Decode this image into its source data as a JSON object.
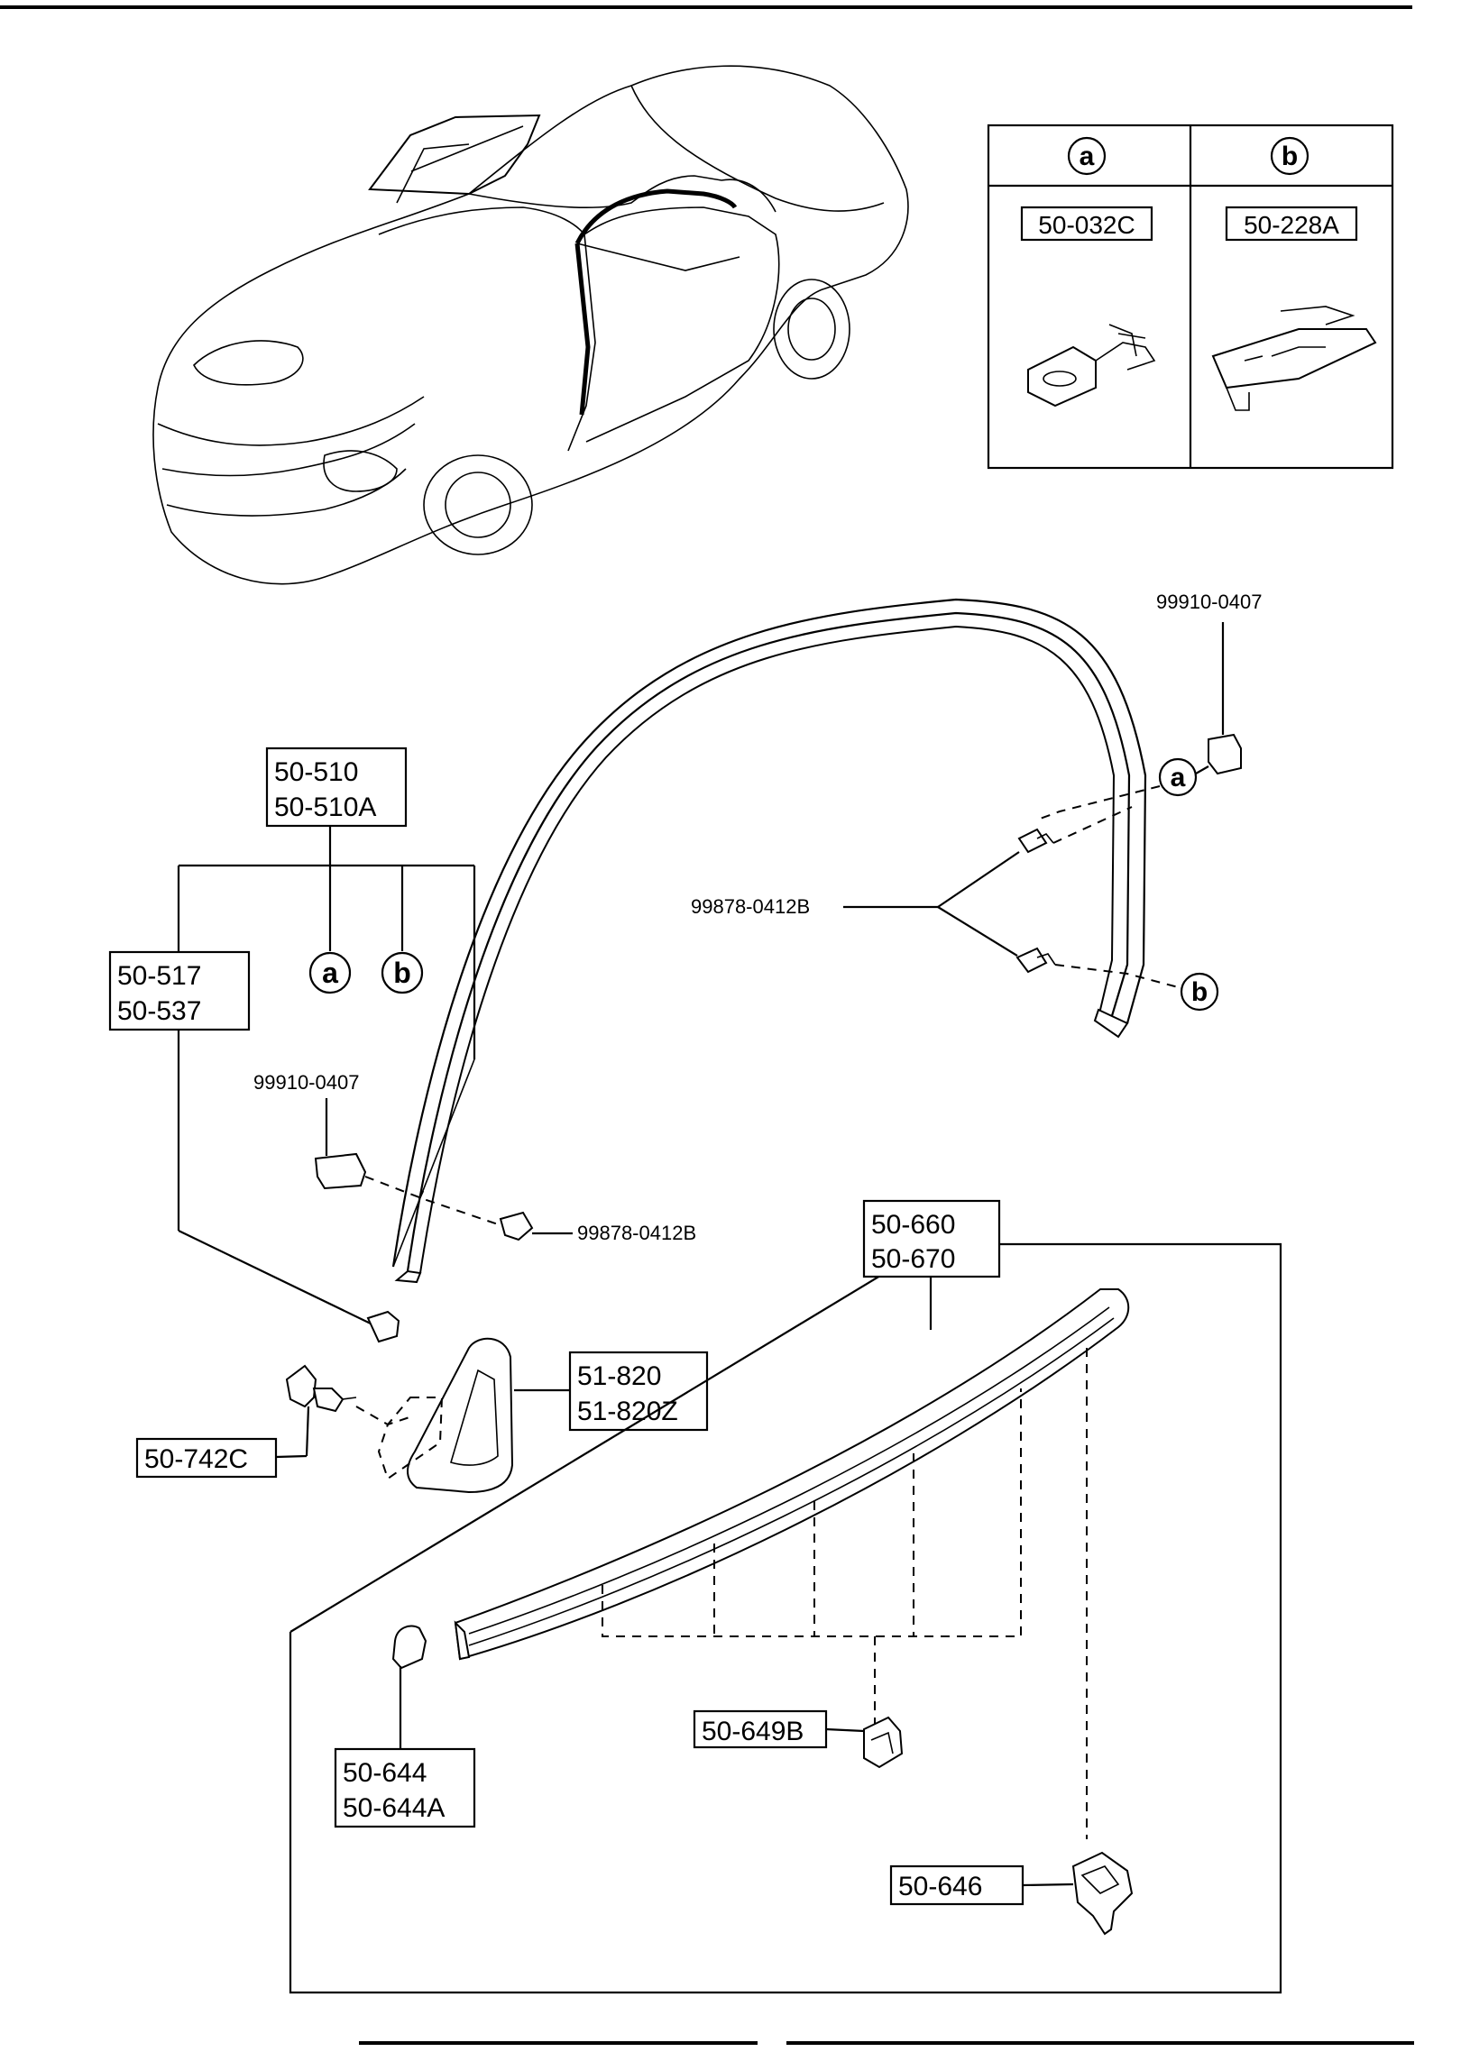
{
  "legend": {
    "a": {
      "key": "a",
      "part": "50-032C"
    },
    "b": {
      "key": "b",
      "part": "50-228A"
    }
  },
  "callouts": {
    "clip_top_right": "99910-0407",
    "screw_pair": "99878-0412B",
    "molding_top": [
      "50-510",
      "50-510A"
    ],
    "molding_sub": [
      "50-517",
      "50-537"
    ],
    "clip_left": "99910-0407",
    "screw_left": "99878-0412B",
    "belt_molding": [
      "50-660",
      "50-670"
    ],
    "corner_garnish": [
      "51-820",
      "51-820Z"
    ],
    "fastener": "50-742C",
    "clip_649": "50-649B",
    "end_cap": [
      "50-644",
      "50-644A"
    ],
    "clip_646": "50-646"
  },
  "refs": {
    "a": "a",
    "b": "b"
  }
}
